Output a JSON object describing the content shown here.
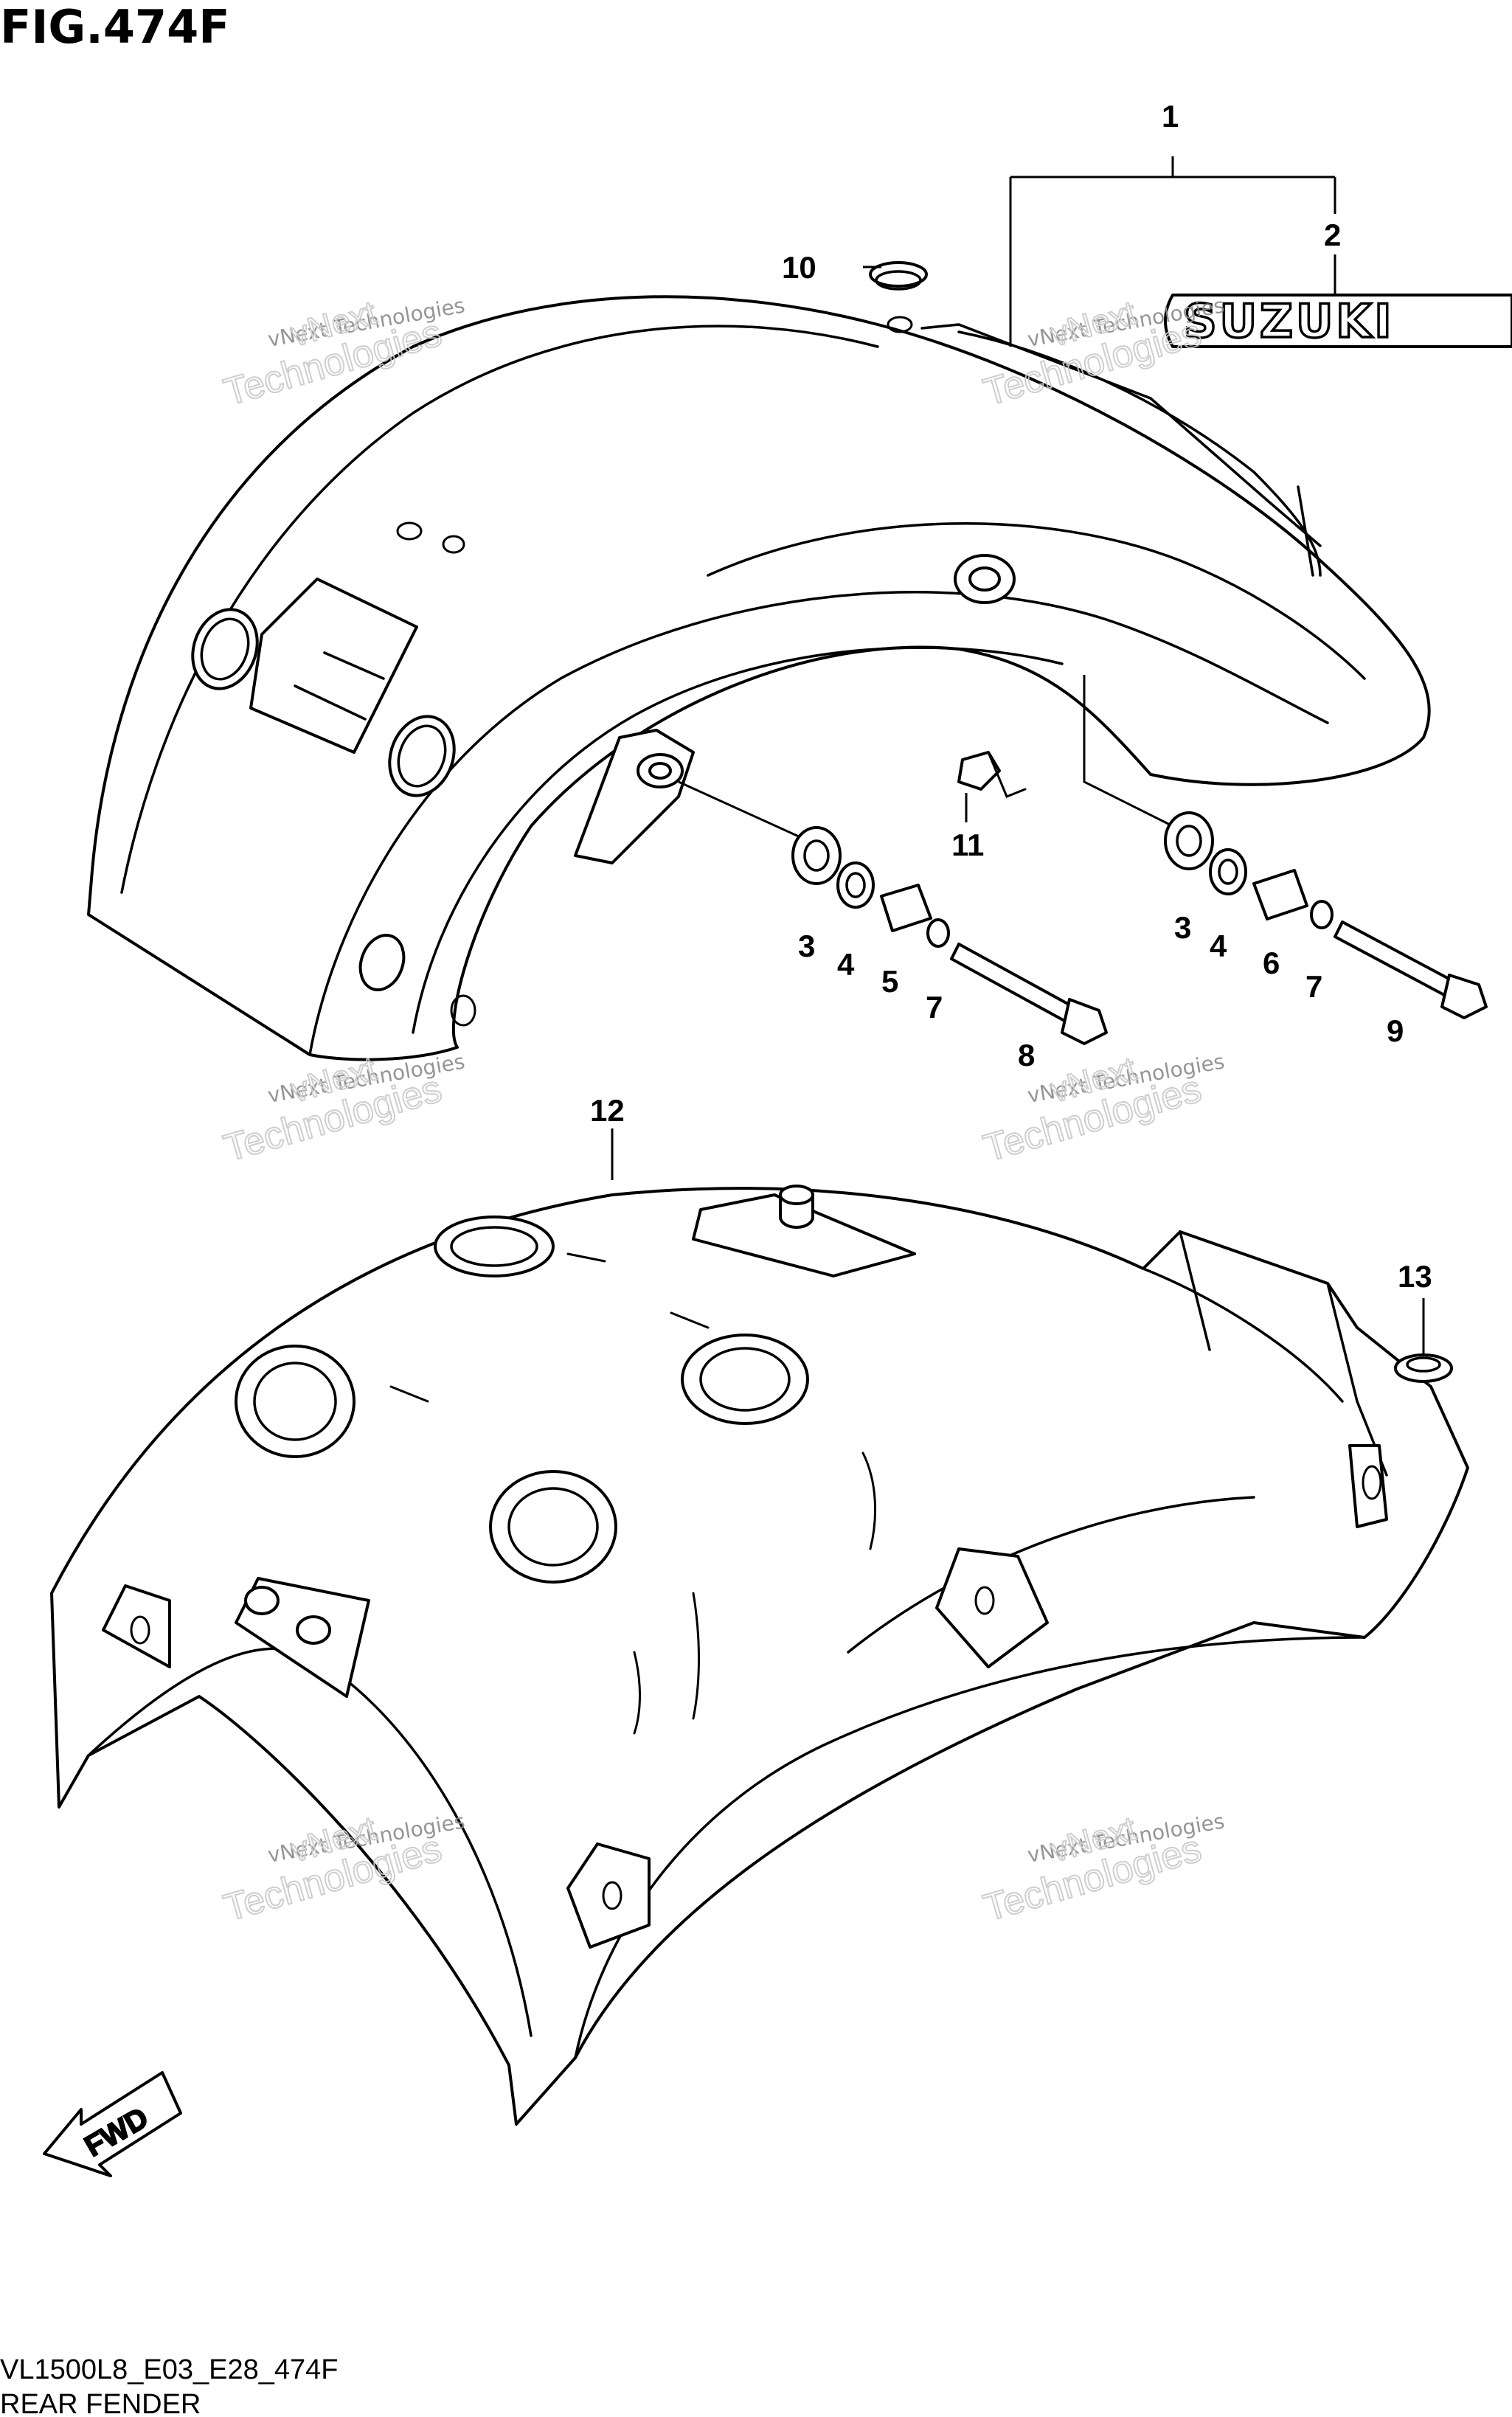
{
  "figure": {
    "title": "FIG.474F"
  },
  "logo_text": "SUZUKI",
  "fwd_text": "FWD",
  "callouts": [
    "1",
    "2",
    "3",
    "4",
    "5",
    "6",
    "7",
    "8",
    "9",
    "10",
    "11",
    "12",
    "13"
  ],
  "watermark": {
    "line_small": "vNext Technologies",
    "line_big_1": "vNext",
    "line_big_2": "Technologies"
  },
  "footer": {
    "model_code": "VL1500L8_E03_E28_474F",
    "section_name": "REAR FENDER"
  }
}
